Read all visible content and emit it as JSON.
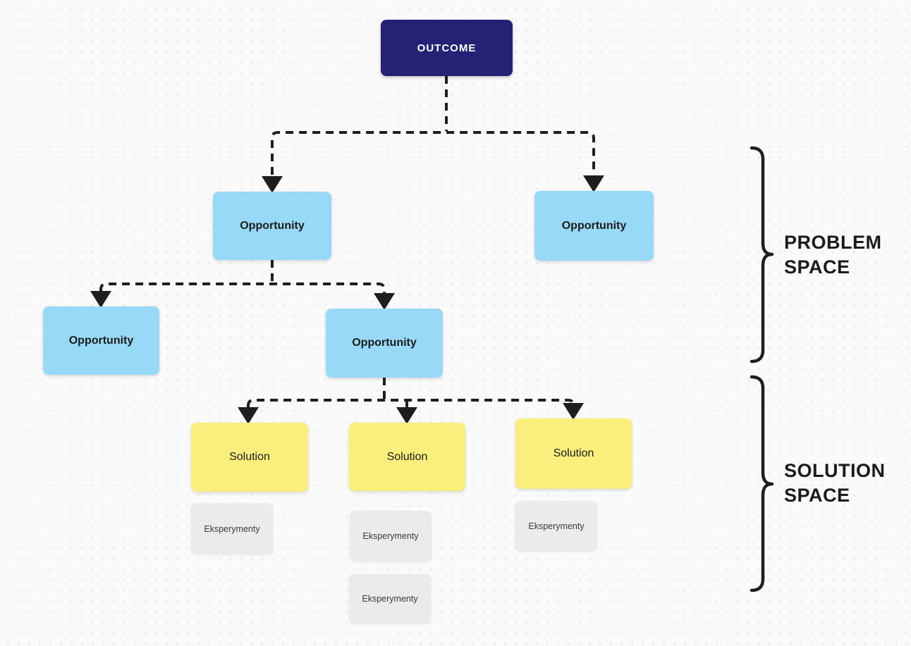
{
  "colors": {
    "canvas_bg": "#FAFAFA",
    "canvas_dot": "#ECECEC",
    "outcome": "#252175",
    "outcome_text": "#FFFFFF",
    "opportunity": "#97D9F6",
    "solution": "#FAEF7C",
    "experiment": "#EBEBEB",
    "connector": "#1E1E1E",
    "text": "#1B1B1B"
  },
  "tree": {
    "outcome": {
      "label": "OUTCOME"
    },
    "opportunities": [
      {
        "label": "Opportunity"
      },
      {
        "label": "Opportunity"
      },
      {
        "label": "Opportunity"
      },
      {
        "label": "Opportunity"
      }
    ],
    "solutions": [
      {
        "label": "Solution"
      },
      {
        "label": "Solution"
      },
      {
        "label": "Solution"
      }
    ],
    "experiments": [
      {
        "label": "Eksperymenty"
      },
      {
        "label": "Eksperymenty"
      },
      {
        "label": "Eksperymenty"
      },
      {
        "label": "Eksperymenty"
      }
    ]
  },
  "annotations": {
    "problem_space": "PROBLEM SPACE",
    "solution_space": "SOLUTION SPACE"
  }
}
